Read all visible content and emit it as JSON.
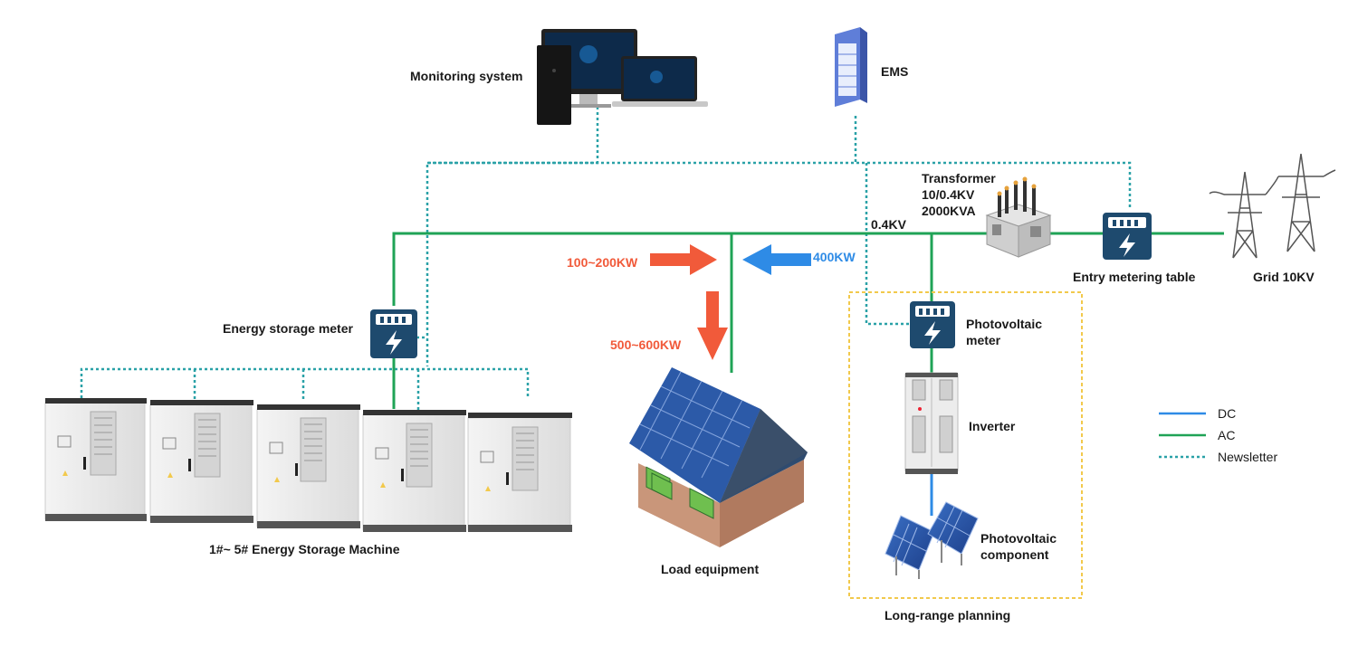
{
  "labels": {
    "monitoring": "Monitoring system",
    "ems": "EMS",
    "transformer": "Transformer\n10/0.4KV\n2000KVA",
    "bus_voltage": "0.4KV",
    "entry_meter": "Entry metering table",
    "grid": "Grid 10KV",
    "storage_meter": "Energy storage meter",
    "storage_machines": "1#~ 5# Energy Storage Machine",
    "load": "Load equipment",
    "pv_meter": "Photovoltaic\nmeter",
    "inverter": "Inverter",
    "pv_component": "Photovoltaic\ncomponent",
    "long_range": "Long-range planning"
  },
  "flows": {
    "storage_to_load": "100~200KW",
    "grid_to_load": "400KW",
    "load_total": "500~600KW"
  },
  "legend": [
    {
      "label": "DC",
      "color": "#2e8be6",
      "style": "solid"
    },
    {
      "label": "AC",
      "color": "#1fa356",
      "style": "solid"
    },
    {
      "label": "Newsletter",
      "color": "#2aa1a7",
      "style": "dotted"
    }
  ],
  "colors": {
    "ac_line": "#1fa356",
    "dc_line": "#2e8be6",
    "comm_line": "#2aa1a7",
    "flow_red": "#f15a3a",
    "flow_blue": "#2e8be6",
    "meter_body": "#1e4a6e",
    "planning_border": "#f2c94c"
  }
}
